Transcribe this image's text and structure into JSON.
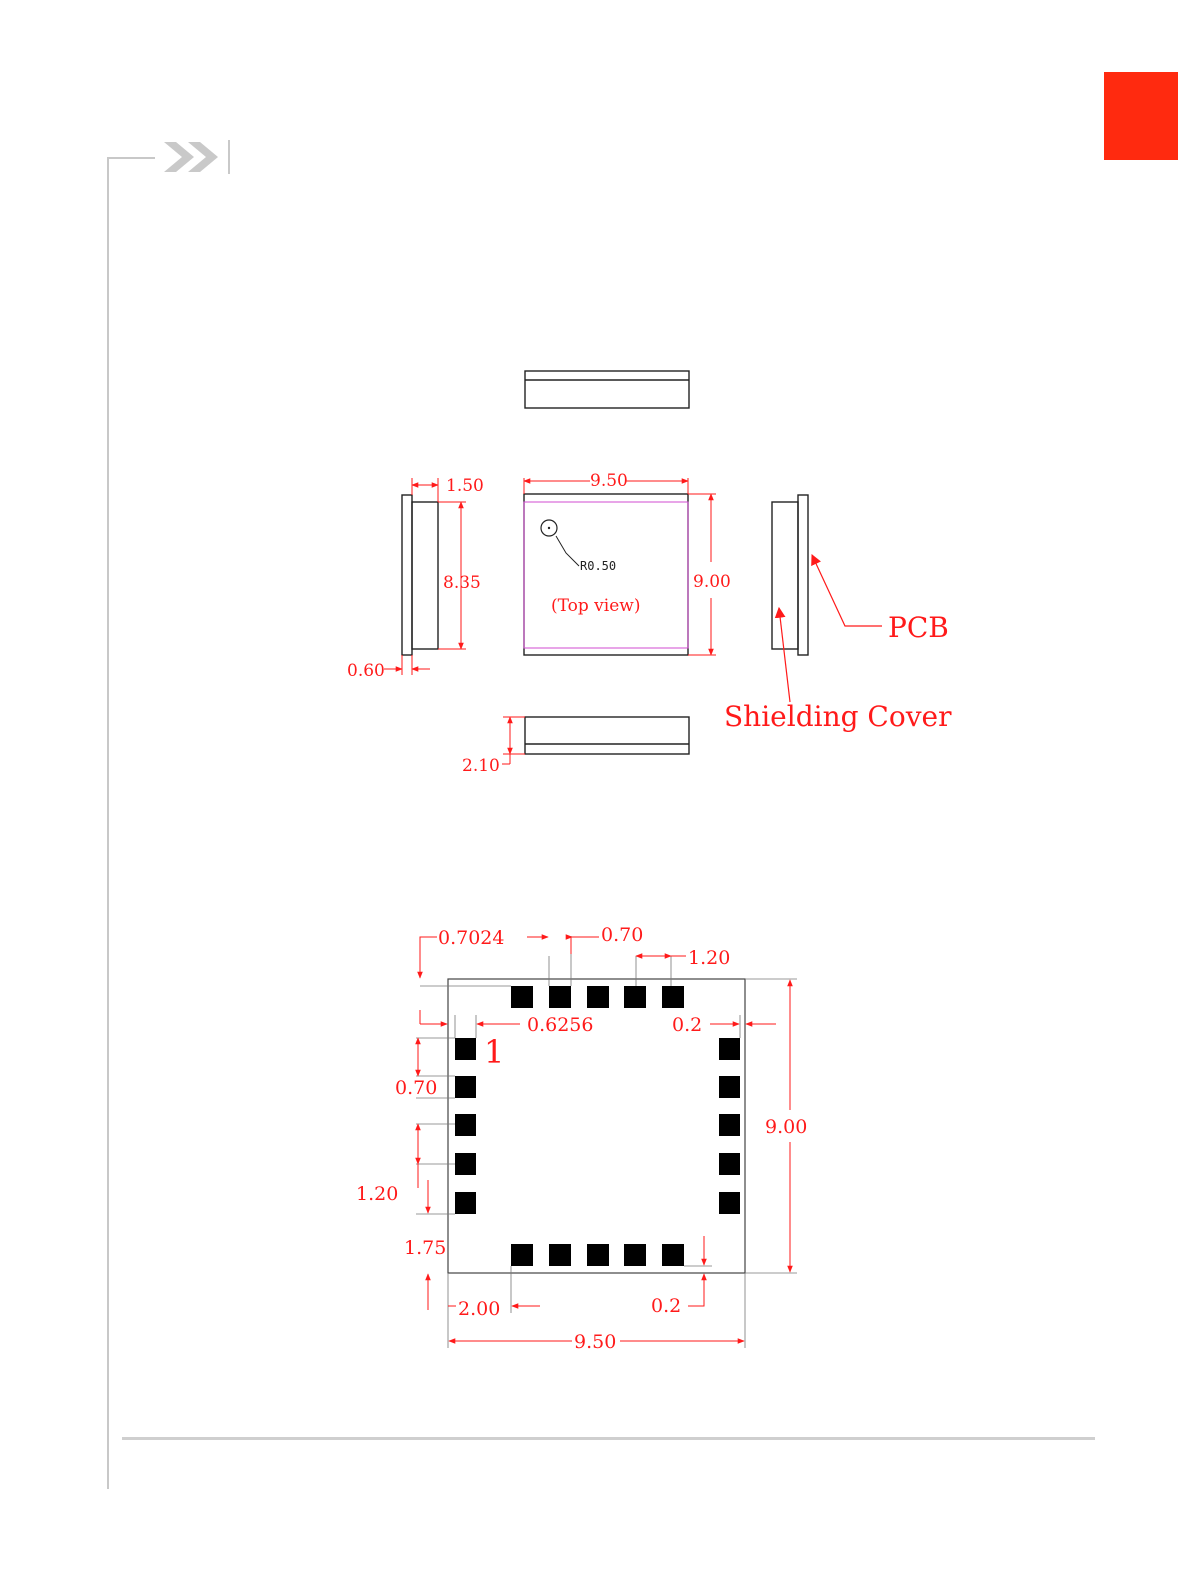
{
  "colors": {
    "accent_red": "#ff2a0f",
    "dimension_red": "#ff1a1a",
    "outline_magenta": "#d24bd2",
    "frame_gray": "#c8c8c8"
  },
  "icons": {
    "header": "double-chevron-icon",
    "section_tab": "red-tab-marker"
  },
  "mechanical_drawing": {
    "top_view_label": "(Top view)",
    "radius_label": "R0.50",
    "width_label": "9.50",
    "height_label": "9.00",
    "side_thickness_label": "1.50",
    "side_height_label": "8.35",
    "pcb_thickness_label": "0.60",
    "total_height_label": "2.10",
    "callout_pcb": "PCB",
    "callout_shield": "Shielding Cover"
  },
  "footprint_drawing": {
    "pin1_label": "1",
    "dim_offset_top": "0.7024",
    "dim_pad_width_top": "0.70",
    "dim_pitch_top": "1.20",
    "dim_offset_left": "0.6256",
    "dim_edge_right": "0.2",
    "dim_pad_width_left": "0.70",
    "dim_pitch_left": "1.20",
    "dim_offset_bottom_left": "1.75",
    "dim_offset_bottom": "2.00",
    "dim_edge_bottom": "0.2",
    "dim_height": "9.00",
    "dim_width": "9.50"
  }
}
